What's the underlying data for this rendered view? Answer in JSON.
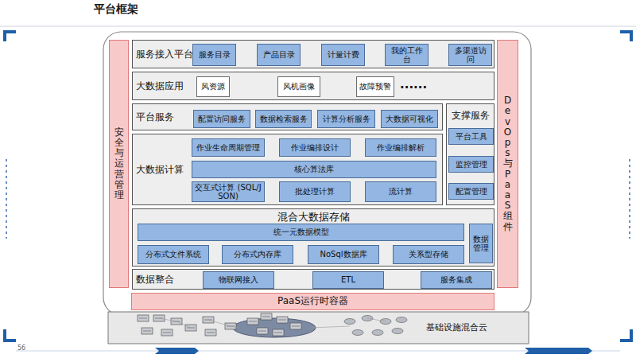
{
  "diagram": {
    "title": "平台框架",
    "nodes": [
      {
        "text": [
          "安全与运营管理"
        ]
      },
      {
        "text": [
          "服务接入平台"
        ]
      },
      {
        "text": [
          "服务目录"
        ],
        "in": 1
      },
      {
        "text": [
          "产品目录"
        ],
        "in": 1
      },
      {
        "text": [
          "计量计费"
        ],
        "in": 1
      },
      {
        "text": [
          "我的工作台"
        ],
        "in": 1
      },
      {
        "text": [
          "多渠道访问"
        ],
        "in": 1
      },
      {
        "text": [
          "大数据应用"
        ]
      },
      {
        "text": [
          "风资源"
        ],
        "in": 7
      },
      {
        "text": [
          "风机画像"
        ],
        "in": 7
      },
      {
        "text": [
          "故障预警"
        ],
        "in": 7
      },
      {
        "text": [
          "平台服务"
        ]
      },
      {
        "text": [
          "配置访问服务"
        ],
        "in": 11
      },
      {
        "text": [
          "数据检索服务"
        ],
        "in": 11
      },
      {
        "text": [
          "计算分析服务"
        ],
        "in": 11
      },
      {
        "text": [
          "大数据可视化"
        ],
        "in": 11
      },
      {
        "text": [
          "支撑服务"
        ]
      },
      {
        "text": [
          "平台工具"
        ],
        "in": 16
      },
      {
        "text": [
          "监控管理"
        ],
        "in": 16
      },
      {
        "text": [
          "配置管理"
        ],
        "in": 16
      },
      {
        "text": [
          "大数据计算"
        ]
      },
      {
        "text": [
          "作业生命周期管理"
        ],
        "in": 20
      },
      {
        "text": [
          "作业编排设计"
        ],
        "in": 20
      },
      {
        "text": [
          "作业编排解析"
        ],
        "in": 20
      },
      {
        "text": [
          "核心算法库"
        ],
        "in": 20
      },
      {
        "text": [
          "交互式计算 (SQL/JSON)"
        ],
        "in": 20
      },
      {
        "text": [
          "批处理计算"
        ],
        "in": 20
      },
      {
        "text": [
          "流计算"
        ],
        "in": 20
      },
      {
        "text": [
          "混合大数据存储"
        ]
      },
      {
        "text": [
          "统一元数据模型"
        ],
        "in": 28
      },
      {
        "text": [
          "数据管理"
        ],
        "in": 28
      },
      {
        "text": [
          "分布式文件系统"
        ],
        "in": 28
      },
      {
        "text": [
          "分布式内存库"
        ],
        "in": 28
      },
      {
        "text": [
          "NoSql数据库"
        ],
        "in": 28
      },
      {
        "text": [
          "关系型存储"
        ],
        "in": 28
      },
      {
        "text": [
          "数据整合"
        ]
      },
      {
        "text": [
          "物联网接入"
        ],
        "in": 35
      },
      {
        "text": [
          "ETL"
        ],
        "in": 35
      },
      {
        "text": [
          "服务集成"
        ],
        "in": 35
      },
      {
        "text": [
          "DevOps 与 PaaS组件"
        ]
      },
      {
        "text": [
          "PaaS运行时容器"
        ]
      },
      {
        "text": [
          "基础设施混合云"
        ]
      }
    ],
    "labels": [
      "......",
      "56"
    ]
  }
}
